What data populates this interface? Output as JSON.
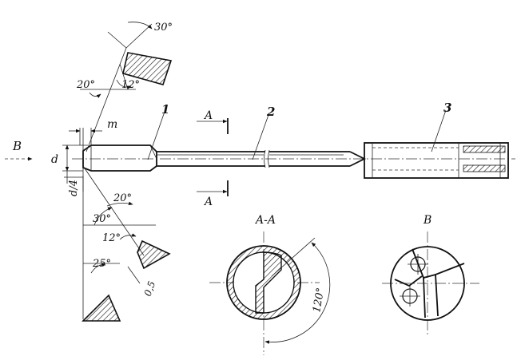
{
  "view_label": "B",
  "labels": {
    "part_1": "1",
    "part_2": "2",
    "part_3": "3",
    "dim_d": "d",
    "dim_d4": "d/4",
    "dim_m": "m",
    "section_marker": "A",
    "section_title": "A-A",
    "view_title": "B"
  },
  "angles": {
    "a30_top": "30°",
    "a20_top": "20°",
    "a12_top": "12°",
    "a20_bot": "20°",
    "a30_bot": "30°",
    "a12_bot": "12°",
    "a25": "25°",
    "a120": "120°",
    "dim_05": "0,5"
  }
}
